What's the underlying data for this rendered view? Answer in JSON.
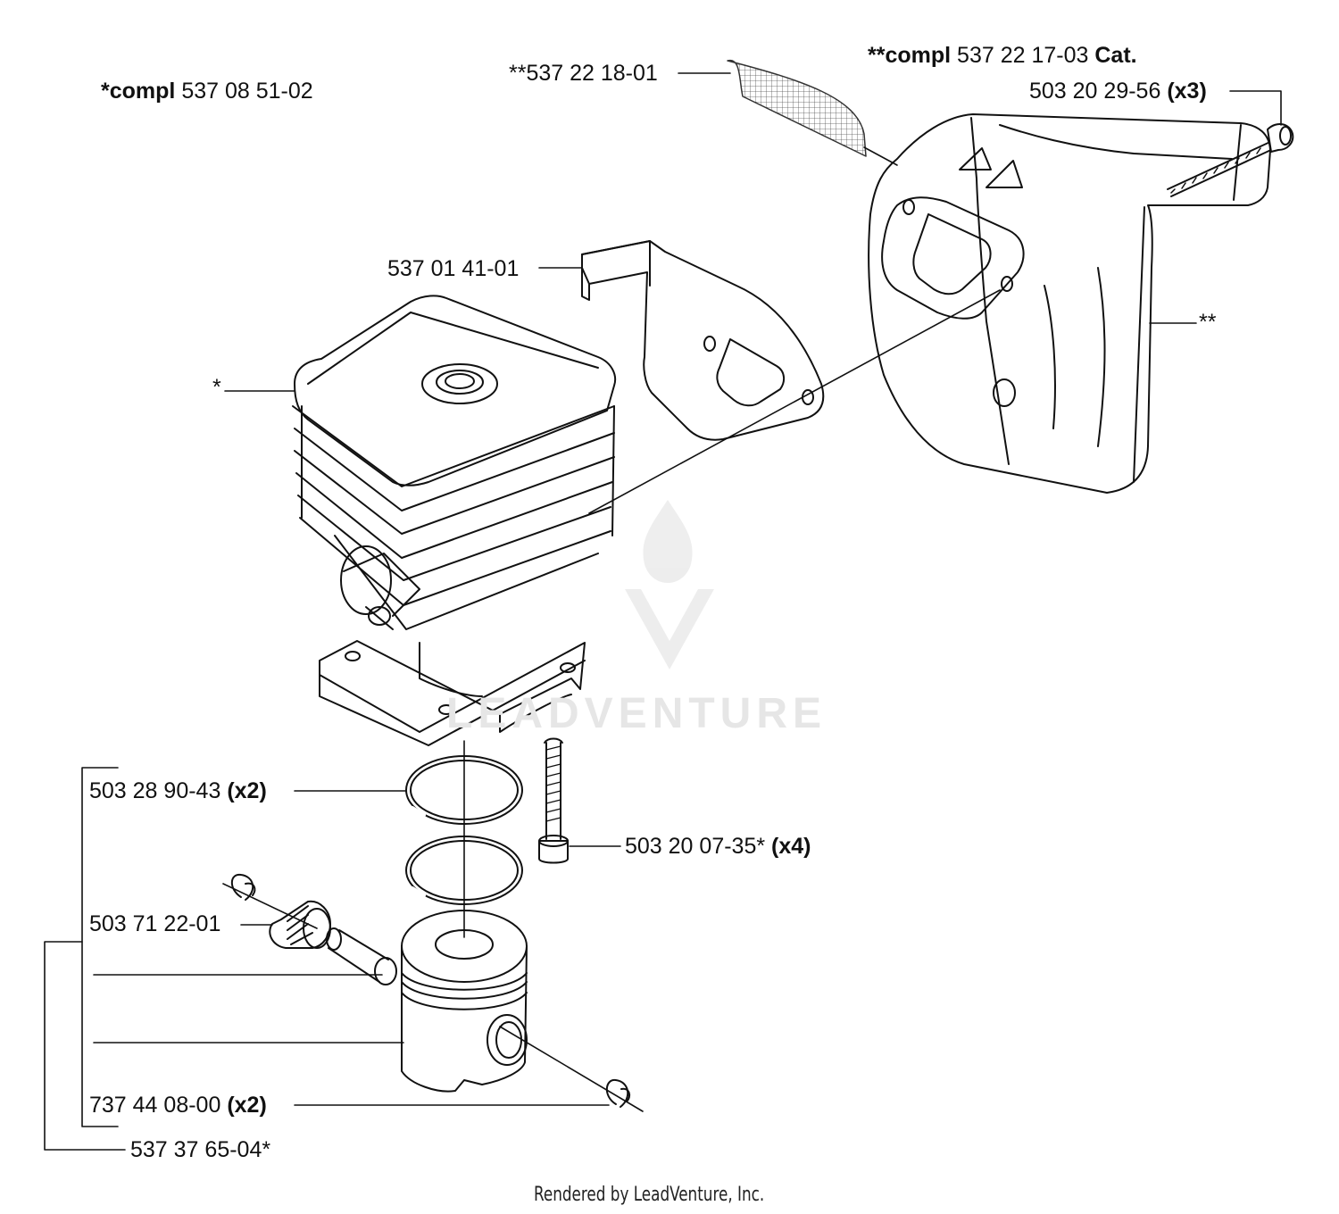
{
  "colors": {
    "ink": "#111111",
    "paper": "#ffffff",
    "watermark": "#e6e6e6"
  },
  "assemblies": {
    "cylinder": {
      "prefix": "*compl",
      "number": "537 08 51-02"
    },
    "muffler": {
      "prefix": "**compl",
      "number": "537 22 17-03",
      "suffix": "Cat."
    }
  },
  "callouts": {
    "screen": {
      "number": "**537 22 18-01"
    },
    "muffler_bolt": {
      "number": "503 20 29-56",
      "qty": "(x3)"
    },
    "gasket_plate": {
      "number": "537 01 41-01"
    },
    "muffler_marker": {
      "text": "**"
    },
    "cylinder_marker": {
      "text": "*"
    },
    "piston_ring": {
      "number": "503 28 90-43",
      "qty": "(x2)"
    },
    "cylinder_screw": {
      "number": "503 20 07-35*",
      "qty": "(x4)"
    },
    "needle_bearing": {
      "number": "503 71 22-01"
    },
    "circlip": {
      "number": "737 44 08-00",
      "qty": "(x2)"
    },
    "piston_kit": {
      "number": "537 37 65-04*"
    }
  },
  "watermark": {
    "text": "LEADVENTURE",
    "icon": "flame-chevron-logo"
  },
  "footer": {
    "text": "Rendered by LeadVenture, Inc."
  },
  "icons": [
    "mesh-screen-icon",
    "muffler-icon",
    "bolt-icon",
    "gasket-plate-icon",
    "cylinder-icon",
    "piston-ring-icon",
    "screw-icon",
    "needle-bearing-icon",
    "wrist-pin-icon",
    "piston-icon",
    "circlip-icon"
  ]
}
